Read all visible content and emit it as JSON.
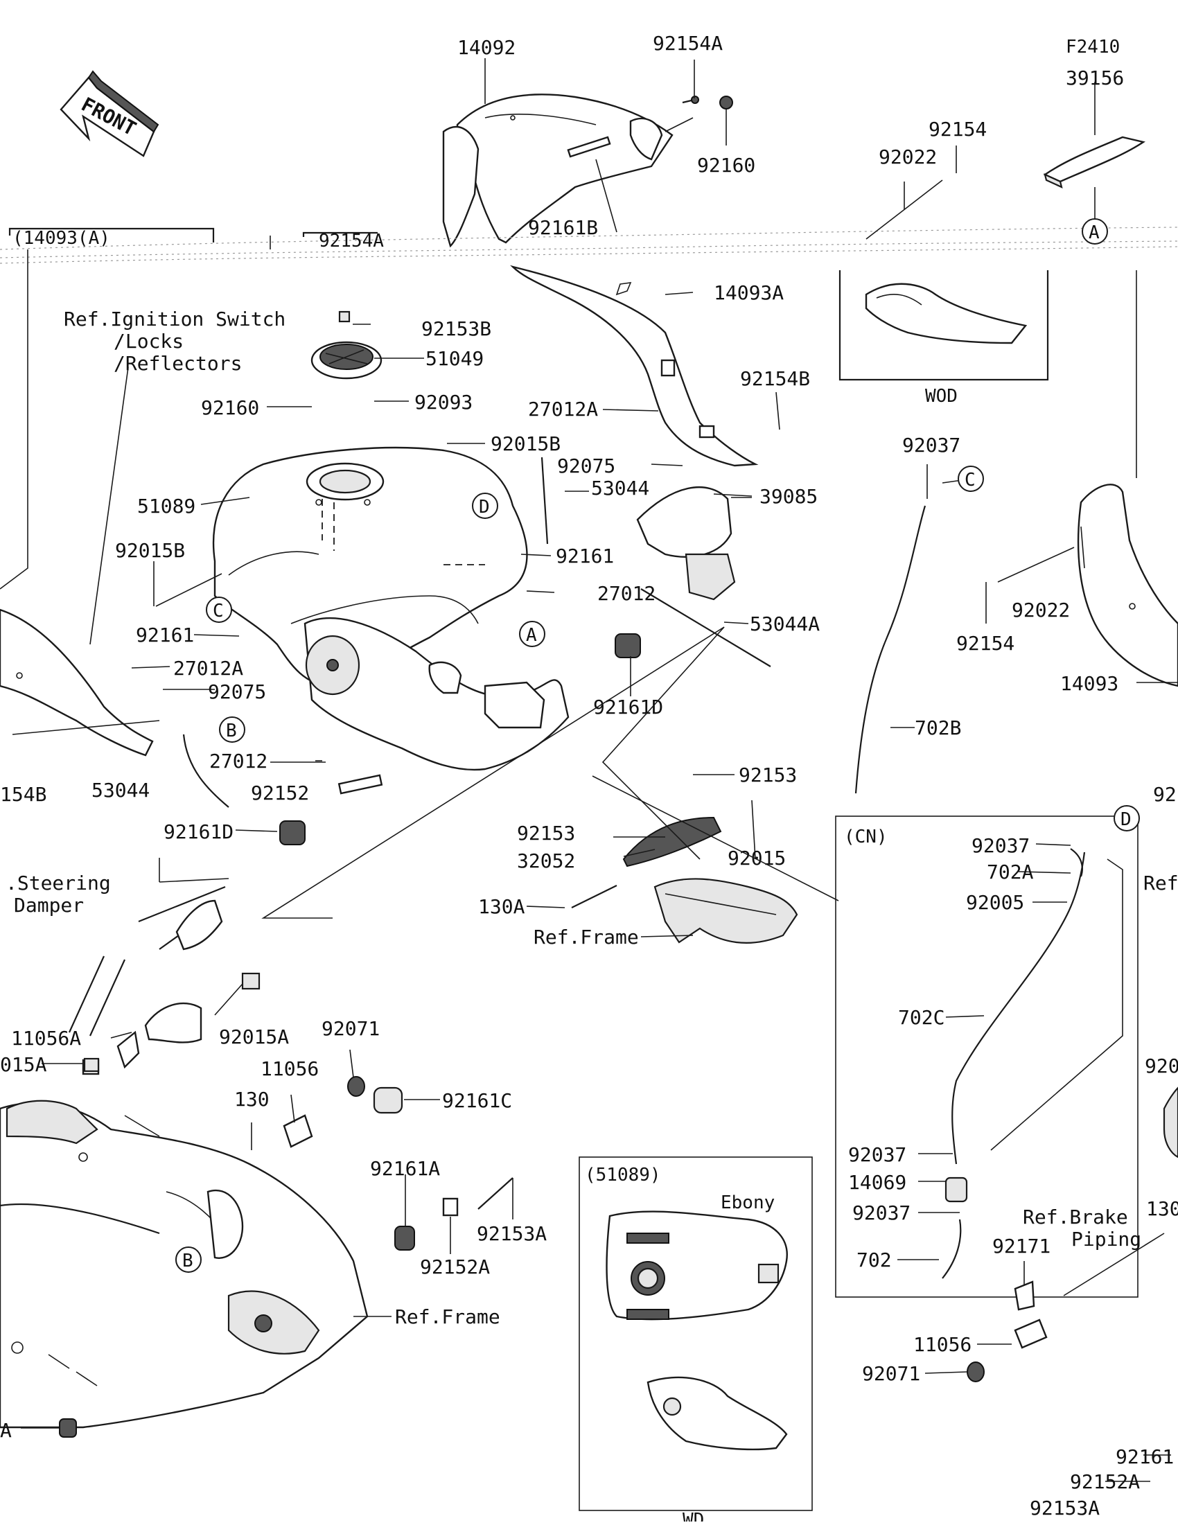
{
  "diagram_code": "F2410",
  "front_arrow_label": "FRONT",
  "callouts": {
    "p14092": "14092",
    "p92154A_top": "92154A",
    "p92160_top": "92160",
    "p92161B": "92161B",
    "p92154_top": "92154",
    "p92022_top": "92022",
    "p39156": "39156",
    "p14093A": "14093A",
    "p92153B": "92153B",
    "p51049": "51049",
    "p92093": "92093",
    "p92160_left": "92160",
    "p92015B_top": "92015B",
    "p27012A_right": "27012A",
    "p92154B_right": "92154B",
    "p92075_right": "92075",
    "p53044_right": "53044",
    "p39085": "39085",
    "p51089": "51089",
    "p92015B_left": "92015B",
    "p92161_right": "92161",
    "p27012_right": "27012",
    "p53044A": "53044A",
    "p92161_left": "92161",
    "p27012A_left": "27012A",
    "p92075_left": "92075",
    "p92161D_right": "92161D",
    "p27012_bottom": "27012",
    "p53044_left": "53044",
    "p154B_cut": "154B",
    "p92152": "92152",
    "p92161D_left": "92161D",
    "p92153_right": "92153",
    "p92153_left": "92153",
    "p92015": "92015",
    "p32052": "32052",
    "p130A": "130A",
    "p92037_top": "92037",
    "p702B": "702B",
    "p92022_right": "92022",
    "p92154_right": "92154",
    "p14093": "14093",
    "p11056A": "11056A",
    "p015A_cut": "015A",
    "p92015A": "92015A",
    "p92071": "92071",
    "p11056": "11056",
    "p130": "130",
    "p92161C": "92161C",
    "p92161A": "92161A",
    "p92153A": "92153A",
    "p92152A": "92152A",
    "pA_cut": "A",
    "p92037_cn1": "92037",
    "p702A": "702A",
    "p92005": "92005",
    "p702C": "702C",
    "p92037_cn2": "92037",
    "p14069": "14069",
    "p92037_cn3": "92037",
    "p702": "702",
    "p92171": "92171",
    "p11056_right": "11056",
    "p92071_right": "92071",
    "p92161_cut": "92161.",
    "p92152A_right": "92152A",
    "p92153A_right": "92153A",
    "p92_cut": "92",
    "p920_cut": "920",
    "p130_cut": "130"
  },
  "references": {
    "ignition": [
      "Ref.Ignition Switch",
      "/Locks",
      "/Reflectors"
    ],
    "steering": [
      ".Steering",
      "Damper"
    ],
    "frame_center": "Ref.Frame",
    "frame_bottom": "Ref.Frame",
    "brake": [
      "Ref.Brake",
      "Piping"
    ],
    "right_cut": "Ref"
  },
  "markers": {
    "A": "A",
    "B": "B",
    "C": "C",
    "D": "D"
  },
  "groups": {
    "wod": "WOD",
    "cn": "(CN)",
    "p51089_box": "(51089)",
    "ebony": "Ebony",
    "wd": "WD"
  },
  "cut_labels": {
    "top_left_box": "(14093(A)",
    "mid_cut": "92154A"
  }
}
